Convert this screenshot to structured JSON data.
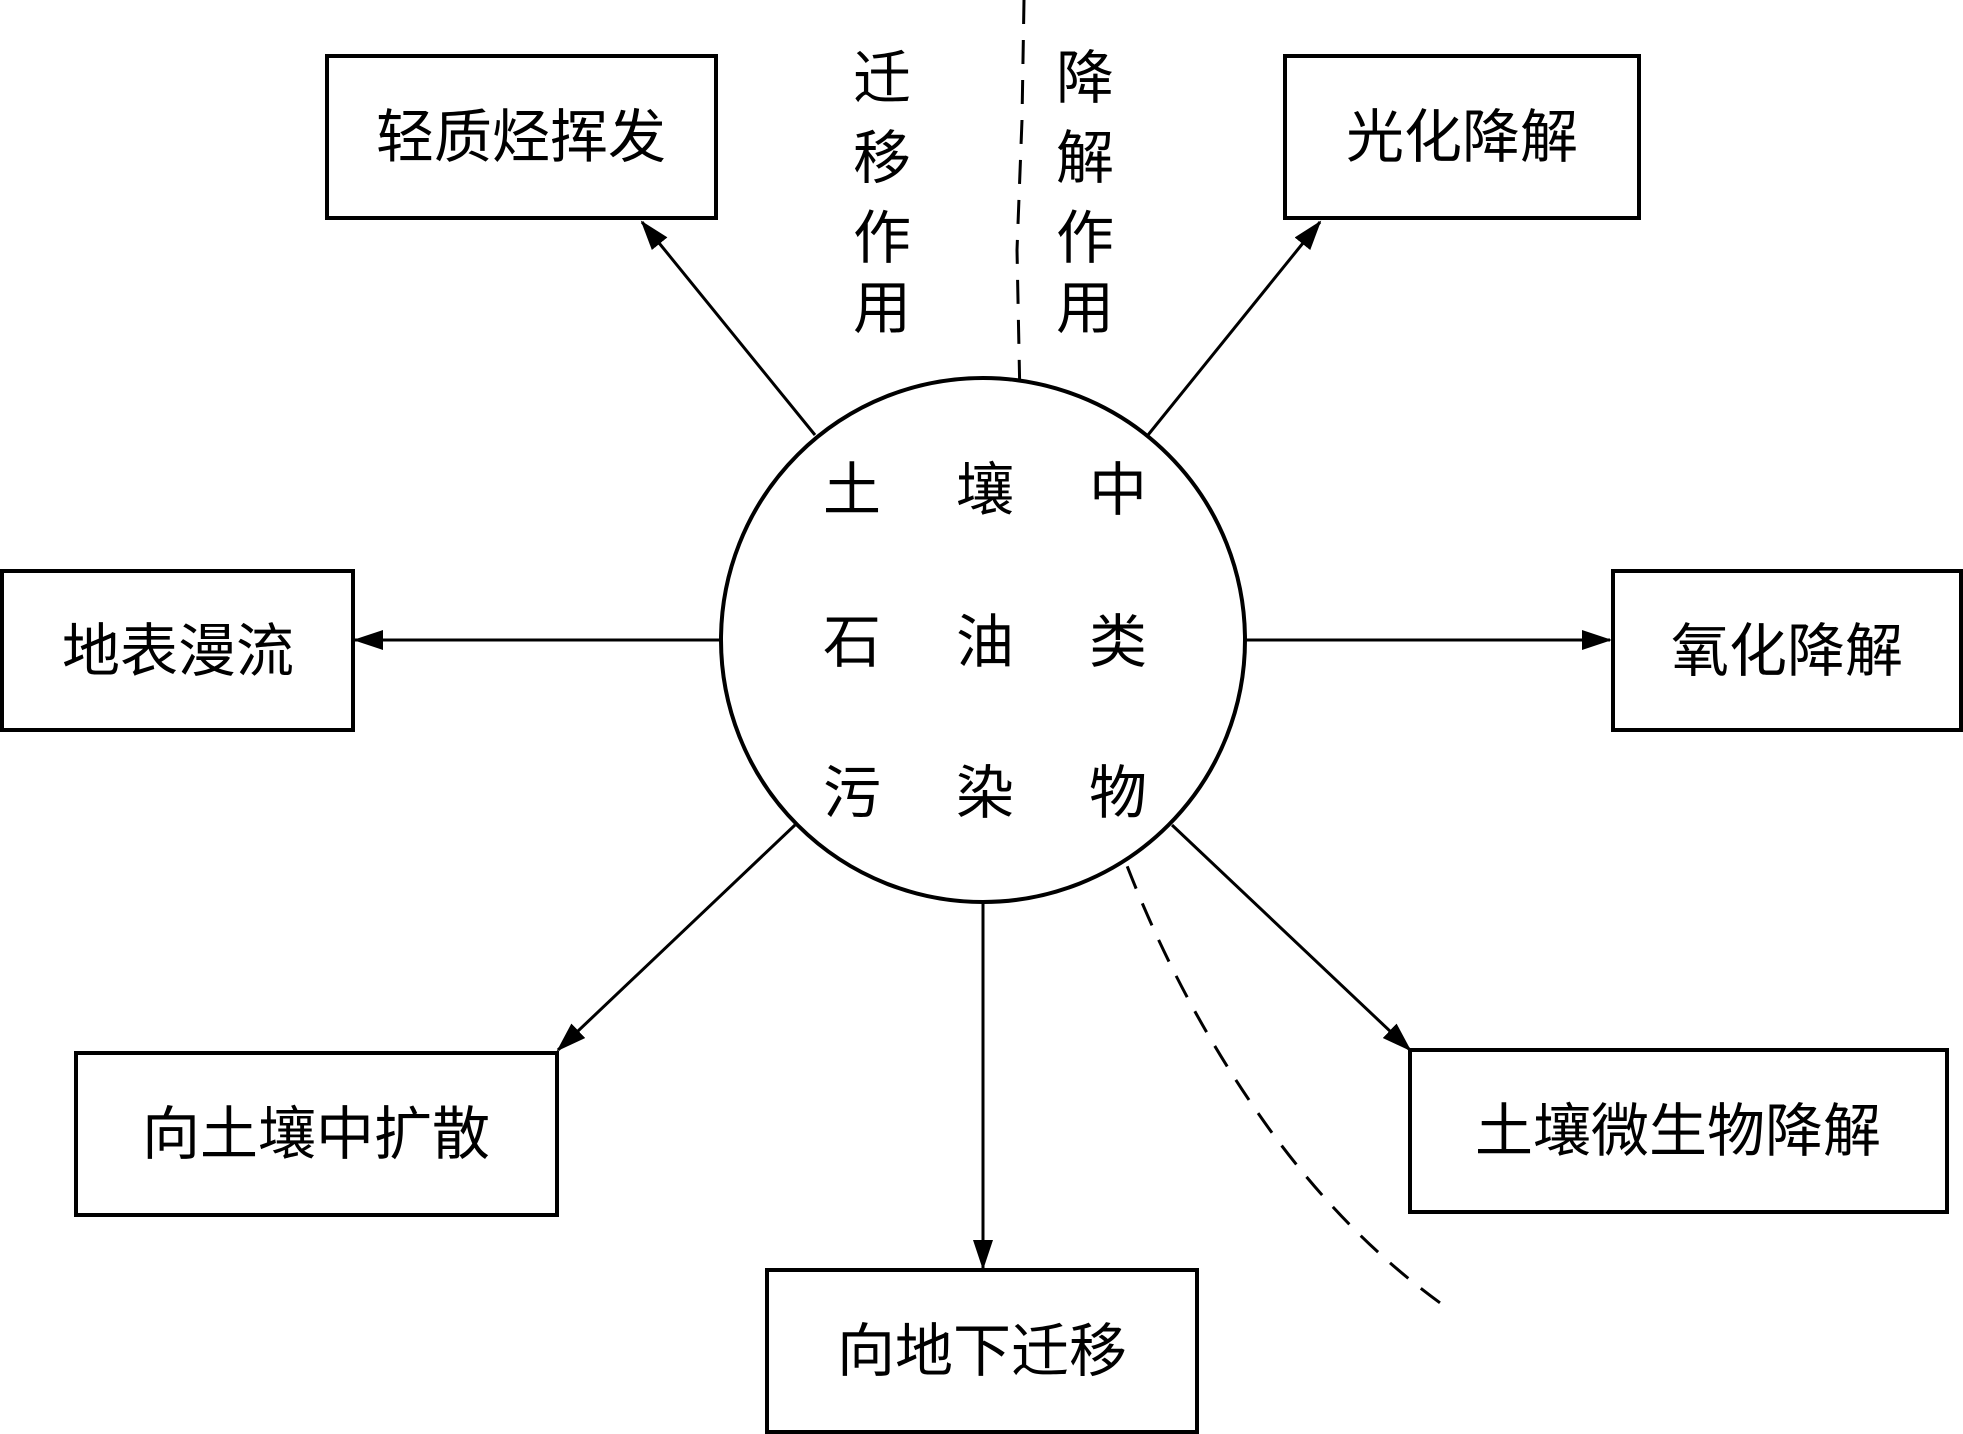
{
  "center": {
    "rows": [
      [
        "土",
        "壤",
        "中"
      ],
      [
        "石",
        "油",
        "类"
      ],
      [
        "污",
        "染",
        "物"
      ]
    ]
  },
  "regions": {
    "migration": [
      "迁",
      "移",
      "作",
      "用"
    ],
    "degradation": [
      "降",
      "解",
      "作",
      "用"
    ]
  },
  "boxes": {
    "volatilization": "轻质烃挥发",
    "surface_runoff": "地表漫流",
    "soil_diffusion": "向土壤中扩散",
    "underground_migration": "向地下迁移",
    "photodegradation": "光化降解",
    "oxidative_degradation": "氧化降解",
    "microbial_degradation": "土壤微生物降解"
  }
}
